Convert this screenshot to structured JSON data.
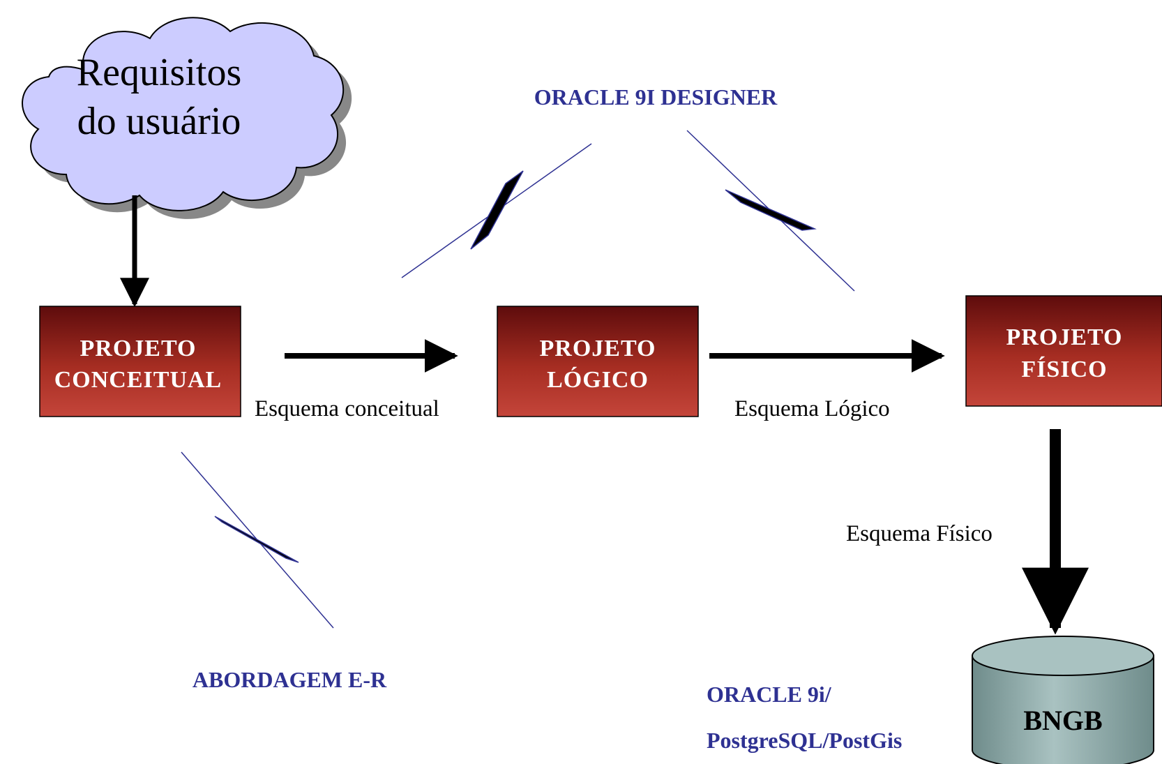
{
  "cloud": {
    "line1": "Requisitos",
    "line2": "do usuário"
  },
  "boxes": {
    "conceitual": {
      "line1": "PROJETO",
      "line2": "CONCEITUAL"
    },
    "logico": {
      "line1": "PROJETO",
      "line2": "LÓGICO"
    },
    "fisico": {
      "line1": "PROJETO",
      "line2": "FÍSICO"
    }
  },
  "flows": {
    "conceitual": "Esquema conceitual",
    "logico": "Esquema Lógico",
    "fisico": "Esquema Físico"
  },
  "tools": {
    "designer": "ORACLE 9I DESIGNER",
    "abordagem": "ABORDAGEM E-R",
    "dbms_line1": "ORACLE 9i/",
    "dbms_line2": "PostgreSQL/PostGis"
  },
  "database": {
    "label": "BNGB"
  },
  "colors": {
    "box_dark": "#6b0f0f",
    "box_light": "#b83a2c",
    "cloud_fill": "#ccccff",
    "tool_text": "#2e3192",
    "lightning": "#2e3192",
    "db_fill": "#8fa9a8"
  }
}
